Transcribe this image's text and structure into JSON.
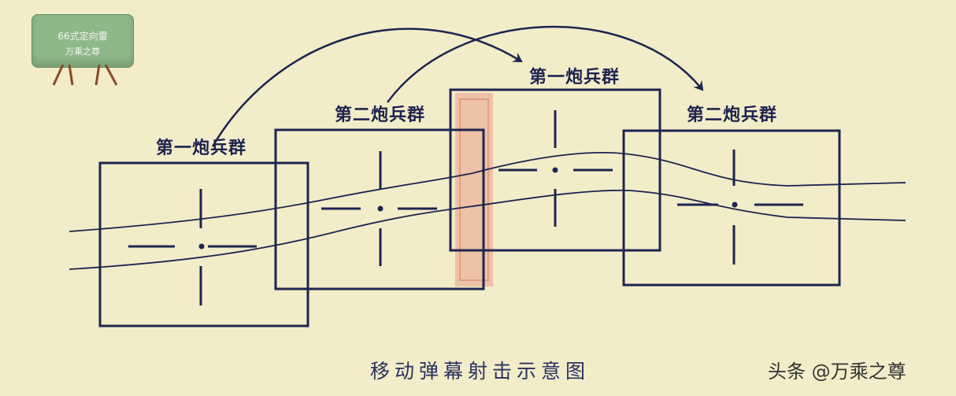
{
  "logo": {
    "line1": "66式定向雷",
    "line2": "万乘之尊"
  },
  "labels": {
    "group1_first": "第一炮兵群",
    "group2_first": "第二炮兵群",
    "group1_second": "第一炮兵群",
    "group2_second": "第二炮兵群"
  },
  "caption": "移动弹幕射击示意图",
  "watermark": "头条 @万乘之尊",
  "colors": {
    "background": "#f3ecc8",
    "ink": "#1e2450",
    "stamp": "#e8a08a"
  }
}
